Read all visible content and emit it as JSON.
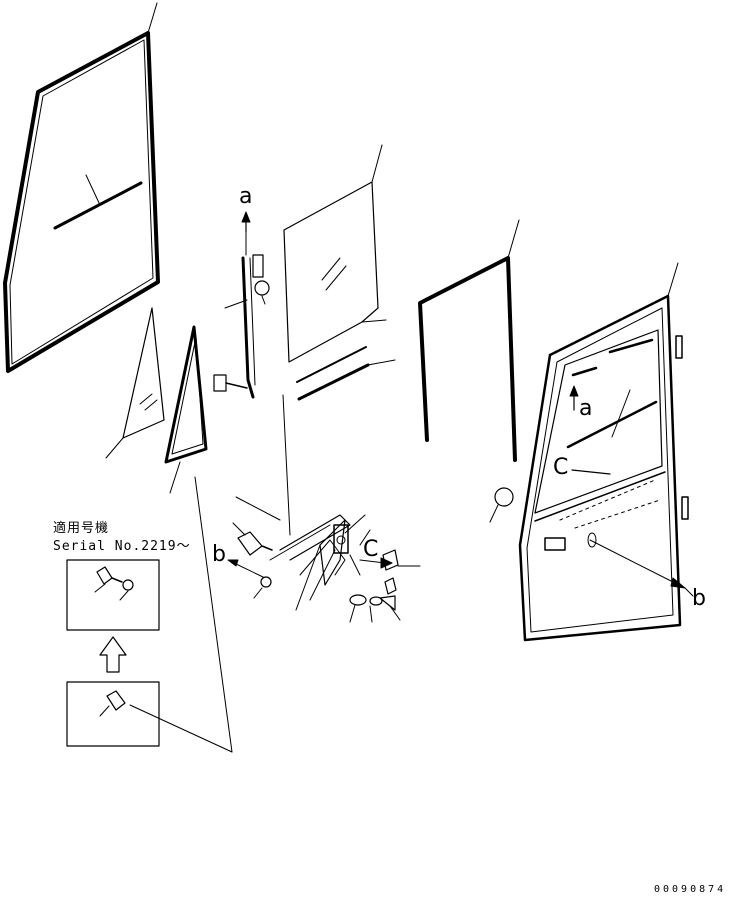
{
  "applicability": {
    "title": "適用号機",
    "serial": "Serial No.2219～"
  },
  "callouts": {
    "a_top": "a",
    "a_door": "a",
    "b_left": "b",
    "b_right": "b",
    "c_left": "C",
    "c_door": "C"
  },
  "document_number": "00090874",
  "colors": {
    "ink": "#000000",
    "background": "#ffffff"
  }
}
